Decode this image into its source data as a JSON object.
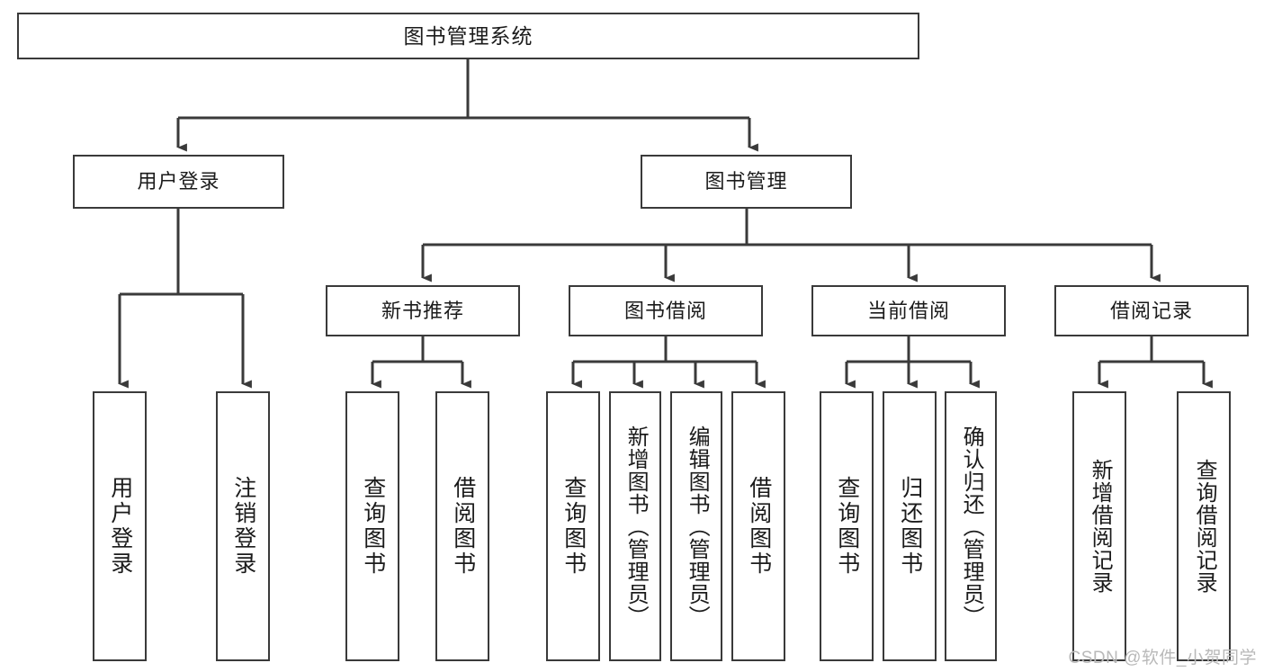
{
  "diagram": {
    "type": "tree-hierarchy-diagram",
    "title": "图书管理系统",
    "colors": {
      "box_border": "#3a3a3a",
      "text": "#1b1b1b",
      "background": "#ffffff",
      "watermark": "#b9b9b9"
    },
    "root": {
      "label": "图书管理系统"
    },
    "level2": [
      {
        "label": "用户登录"
      },
      {
        "label": "图书管理"
      }
    ],
    "level3": [
      {
        "label": "新书推荐"
      },
      {
        "label": "图书借阅"
      },
      {
        "label": "当前借阅"
      },
      {
        "label": "借阅记录"
      }
    ],
    "leaves": [
      {
        "label": "用户登录",
        "parent": "用户登录"
      },
      {
        "label": "注销登录",
        "parent": "用户登录"
      },
      {
        "label": "查询图书",
        "parent": "新书推荐"
      },
      {
        "label": "借阅图书",
        "parent": "新书推荐"
      },
      {
        "label": "查询图书",
        "parent": "图书借阅"
      },
      {
        "label": "新增图书（管理员）",
        "parent": "图书借阅"
      },
      {
        "label": "编辑图书（管理员）",
        "parent": "图书借阅"
      },
      {
        "label": "借阅图书",
        "parent": "图书借阅"
      },
      {
        "label": "查询图书",
        "parent": "当前借阅"
      },
      {
        "label": "归还图书",
        "parent": "当前借阅"
      },
      {
        "label": "确认归还（管理员）",
        "parent": "当前借阅"
      },
      {
        "label": "新增借阅记录",
        "parent": "借阅记录"
      },
      {
        "label": "查询借阅记录",
        "parent": "借阅记录"
      }
    ]
  },
  "watermark": {
    "text": "CSDN @软件_小贺同学"
  }
}
